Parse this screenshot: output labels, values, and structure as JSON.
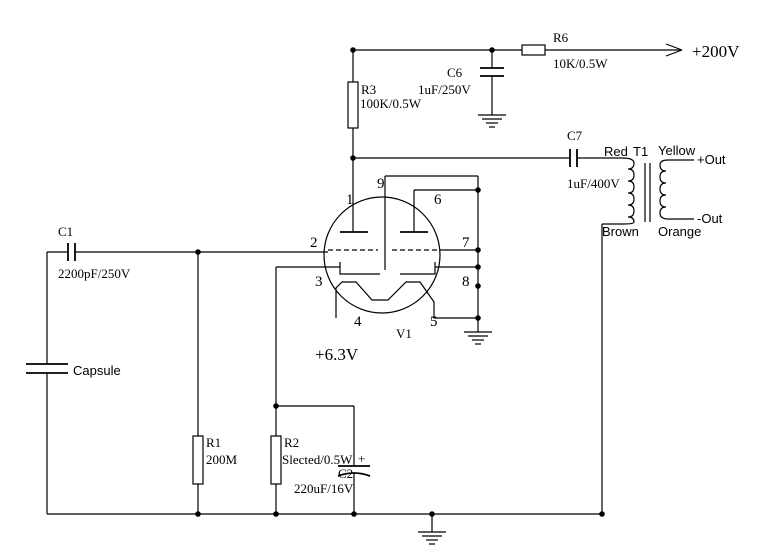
{
  "supply": {
    "voltage": "+200V",
    "heater": "+6.3V"
  },
  "resistors": {
    "r6": {
      "name": "R6",
      "value": "10K/0.5W"
    },
    "r3": {
      "name": "R3",
      "value": "100K/0.5W"
    },
    "r1": {
      "name": "R1",
      "value": "200M"
    },
    "r2": {
      "name": "R2",
      "value": "Slected/0.5W"
    }
  },
  "capacitors": {
    "c6": {
      "name": "C6",
      "value": "1uF/250V"
    },
    "c7": {
      "name": "C7",
      "value": "1uF/400V"
    },
    "c1": {
      "name": "C1",
      "value": "2200pF/250V"
    },
    "c2": {
      "name": "C2",
      "value": "220uF/16V",
      "polarity": "+"
    },
    "capsule": "Capsule"
  },
  "tube": {
    "name": "V1",
    "pins": {
      "p1": "1",
      "p2": "2",
      "p3": "3",
      "p4": "4",
      "p5": "5",
      "p6": "6",
      "p7": "7",
      "p8": "8",
      "p9": "9"
    }
  },
  "transformer": {
    "name": "T1",
    "red": "Red",
    "brown": "Brown",
    "yellow": "Yellow",
    "orange": "Orange",
    "out_plus": "+Out",
    "out_minus": "-Out"
  }
}
